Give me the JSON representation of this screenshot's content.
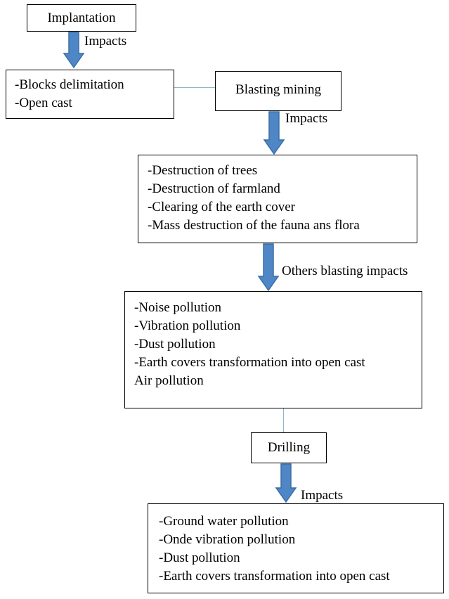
{
  "colors": {
    "arrow_fill": "#4f86c6",
    "arrow_stroke": "#3a6ea5",
    "connector": "#8fb7c8"
  },
  "implantation": {
    "title": "Implantation"
  },
  "arrow1": {
    "label": "Impacts"
  },
  "implantation_impacts": {
    "lines": [
      "-Blocks delimitation",
      "-Open cast"
    ]
  },
  "blasting": {
    "title": "Blasting mining"
  },
  "arrow2": {
    "label": "Impacts"
  },
  "blasting_impacts": {
    "lines": [
      "-Destruction of trees",
      "-Destruction of farmland",
      "-Clearing of the earth cover",
      "-Mass destruction of the fauna ans flora"
    ]
  },
  "arrow3": {
    "label": "Others blasting impacts"
  },
  "other_impacts": {
    "lines": [
      "-Noise pollution",
      "-Vibration pollution",
      "-Dust pollution",
      "-Earth covers transformation into open cast",
      "Air pollution"
    ]
  },
  "drilling": {
    "title": "Drilling"
  },
  "arrow4": {
    "label": "Impacts"
  },
  "drilling_impacts": {
    "lines": [
      "-Ground water pollution",
      "-Onde vibration pollution",
      "-Dust pollution",
      "-Earth covers transformation into open cast"
    ]
  }
}
